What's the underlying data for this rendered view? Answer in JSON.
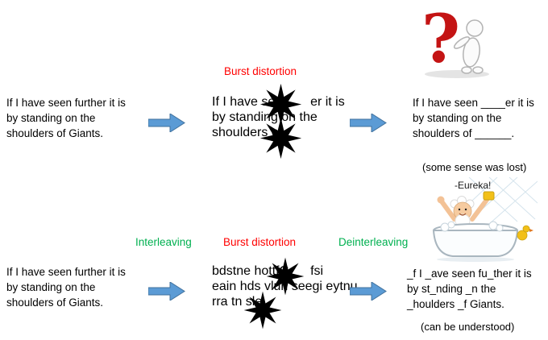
{
  "colors": {
    "red_label": "#ff0000",
    "green_label": "#00b050",
    "arrow_fill": "#5b9bd5",
    "arrow_stroke": "#41719c",
    "burst_fill": "#000000"
  },
  "top_row": {
    "source_text": "If I have seen further it is\nby standing on the\nshoulders of Giants.",
    "burst_label": "Burst distortion",
    "distorted": {
      "line1_a": "If I have seen",
      "line1_b": "er it is",
      "line2": "by standing on the",
      "line3": "shoulders of"
    },
    "received_text": "If I have seen ____er it is\nby standing on the\nshoulders of ______.",
    "note": "(some sense was lost)"
  },
  "bottom_row": {
    "interleaving_label": "Interleaving",
    "burst_label": "Burst distortion",
    "deinterleaving_label": "Deinterleaving",
    "source_text": "If I have seen further it is\nby standing on the\nshoulders of Giants.",
    "scrambled": {
      "line1_a": "bdstne hottfG",
      "line1_b": "fsi",
      "line2": "eain hds vluh seegi eytnu",
      "line3": "rra tn sle"
    },
    "eureka_text": "-Eureka!",
    "received_text": "_f I _ave seen fu_ther it is\nby st_nding _n the\n_houlders _f Giants.",
    "note": "(can be understood)"
  }
}
